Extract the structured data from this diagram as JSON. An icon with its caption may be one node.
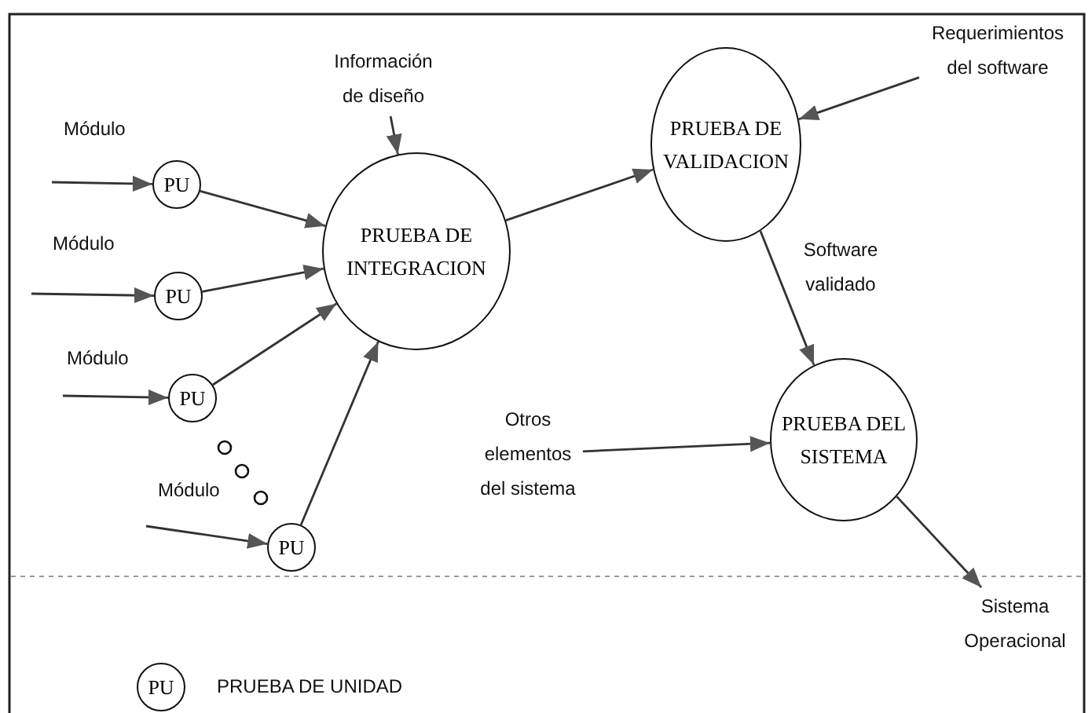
{
  "diagram": {
    "nodes": [
      {
        "text": [
          "Información de diseño"
        ]
      },
      {
        "text": [
          "PU"
        ]
      },
      {
        "text": [
          "PU"
        ]
      },
      {
        "text": [
          "PU"
        ]
      },
      {
        "text": [
          "PU"
        ]
      },
      {
        "text": [
          "PRUEBA DE INTEGRACION"
        ]
      },
      {
        "text": [
          "PRUEBA DE VALIDACION"
        ]
      },
      {
        "text": [
          "Requerimientos del software"
        ]
      },
      {
        "text": [
          "PRUEBA DEL SISTEMA"
        ]
      },
      {
        "text": [
          "Otros elementos del sistema"
        ]
      },
      {
        "text": [
          "Sistema Operacional"
        ]
      },
      {
        "text": [
          "PU"
        ],
        "beside": [
          "PRUEBA DE UNIDAD"
        ]
      }
    ],
    "edges": [
      {
        "from": null,
        "to": 1,
        "arrow": "to",
        "label": "Módulo"
      },
      {
        "from": null,
        "to": 2,
        "arrow": "to",
        "label": "Módulo"
      },
      {
        "from": null,
        "to": 3,
        "arrow": "to",
        "label": "Módulo"
      },
      {
        "from": null,
        "to": 4,
        "arrow": "to",
        "label": "Módulo"
      },
      {
        "from": 0,
        "to": 5,
        "arrow": "to"
      },
      {
        "from": 1,
        "to": 5,
        "arrow": "to"
      },
      {
        "from": 2,
        "to": 5,
        "arrow": "to"
      },
      {
        "from": 3,
        "to": 5,
        "arrow": "to"
      },
      {
        "from": 4,
        "to": 5,
        "arrow": "to"
      },
      {
        "from": 5,
        "to": 6,
        "arrow": "to"
      },
      {
        "from": 7,
        "to": 6,
        "arrow": "to"
      },
      {
        "from": 6,
        "to": 8,
        "arrow": "to",
        "label": "Software validado"
      },
      {
        "from": 9,
        "to": 8,
        "arrow": "to"
      },
      {
        "from": 8,
        "to": 10,
        "arrow": "to"
      }
    ]
  }
}
